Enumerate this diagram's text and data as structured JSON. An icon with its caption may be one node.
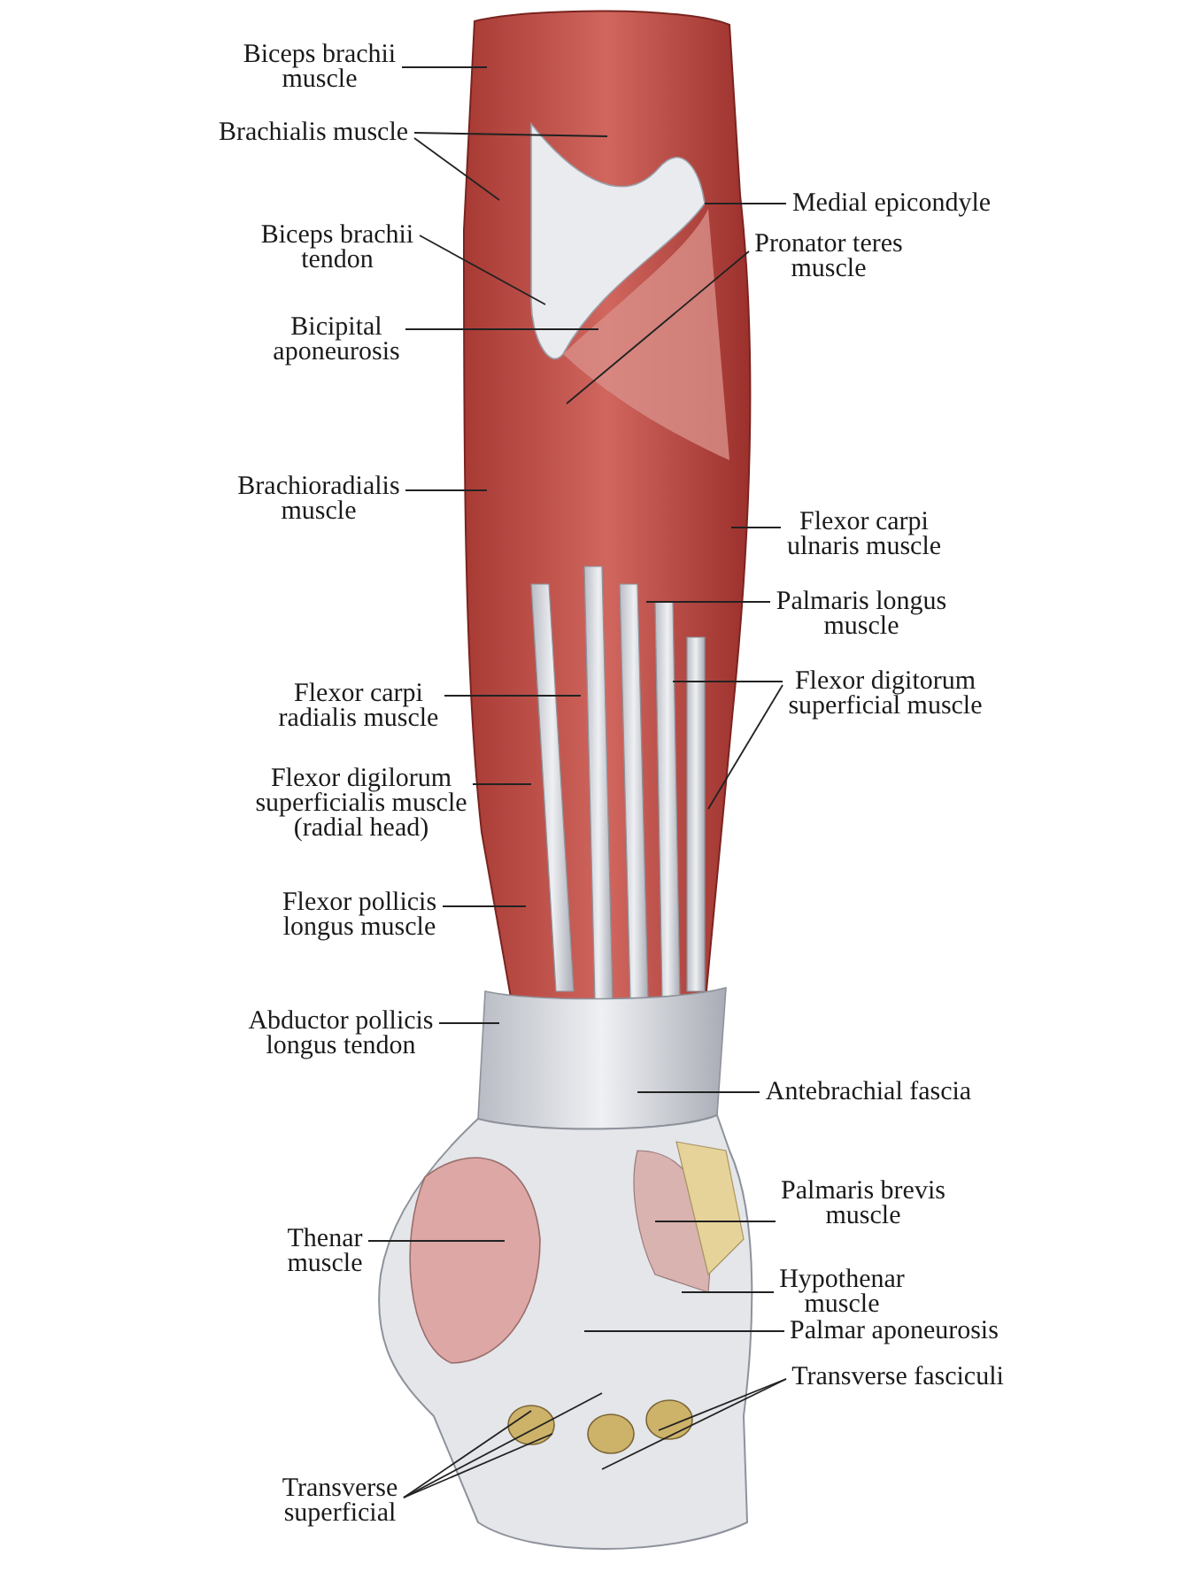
{
  "diagram": {
    "nodes": [
      {
        "text": [
          "Biceps brachii muscle"
        ]
      },
      {
        "text": [
          "Brachialis muscle"
        ]
      },
      {
        "text": [
          "Medial epicondyle"
        ]
      },
      {
        "text": [
          "Pronator teres muscle"
        ]
      },
      {
        "text": [
          "Biceps brachii tendon"
        ]
      },
      {
        "text": [
          "Bicipital aponeurosis"
        ]
      },
      {
        "text": [
          "Brachioradialis muscle"
        ]
      },
      {
        "text": [
          "Flexor carpi ulnaris muscle"
        ]
      },
      {
        "text": [
          "Palmaris longus muscle"
        ]
      },
      {
        "text": [
          "Flexor digitorum superficial muscle"
        ]
      },
      {
        "text": [
          "Flexor carpi radialis muscle"
        ]
      },
      {
        "text": [
          "Flexor digilorum superficialis muscle (radial head)"
        ]
      },
      {
        "text": [
          "Flexor pollicis longus muscle"
        ]
      },
      {
        "text": [
          "Abductor pollicis longus tendon"
        ]
      },
      {
        "text": [
          "Antebrachial fascia"
        ]
      },
      {
        "text": [
          "Thenar muscle"
        ]
      },
      {
        "text": [
          "Palmaris brevis muscle"
        ]
      },
      {
        "text": [
          "Hypothenar muscle"
        ]
      },
      {
        "text": [
          "Palmar aponeurosis"
        ]
      },
      {
        "text": [
          "Transverse fasciculi"
        ]
      },
      {
        "text": [
          "Transverse superficial"
        ]
      }
    ],
    "edges": [
      {
        "from": 0,
        "to": null,
        "arrow": "none"
      },
      {
        "from": 1,
        "to": null,
        "arrow": "none"
      },
      {
        "from": 1,
        "to": null,
        "arrow": "none"
      },
      {
        "from": 2,
        "to": null,
        "arrow": "none"
      },
      {
        "from": 3,
        "to": null,
        "arrow": "none"
      },
      {
        "from": 4,
        "to": null,
        "arrow": "none"
      },
      {
        "from": 5,
        "to": null,
        "arrow": "none"
      },
      {
        "from": 6,
        "to": null,
        "arrow": "none"
      },
      {
        "from": 7,
        "to": null,
        "arrow": "none"
      },
      {
        "from": 8,
        "to": null,
        "arrow": "none"
      },
      {
        "from": 9,
        "to": null,
        "arrow": "none"
      },
      {
        "from": 9,
        "to": null,
        "arrow": "none"
      },
      {
        "from": 10,
        "to": null,
        "arrow": "none"
      },
      {
        "from": 11,
        "to": null,
        "arrow": "none"
      },
      {
        "from": 12,
        "to": null,
        "arrow": "none"
      },
      {
        "from": 13,
        "to": null,
        "arrow": "none"
      },
      {
        "from": 14,
        "to": null,
        "arrow": "none"
      },
      {
        "from": 15,
        "to": null,
        "arrow": "none"
      },
      {
        "from": 16,
        "to": null,
        "arrow": "none"
      },
      {
        "from": 17,
        "to": null,
        "arrow": "none"
      },
      {
        "from": 18,
        "to": null,
        "arrow": "none"
      },
      {
        "from": 19,
        "to": null,
        "arrow": "none"
      },
      {
        "from": 19,
        "to": null,
        "arrow": "none"
      },
      {
        "from": 20,
        "to": null,
        "arrow": "none"
      },
      {
        "from": 20,
        "to": null,
        "arrow": "none"
      },
      {
        "from": 20,
        "to": null,
        "arrow": "none"
      }
    ]
  }
}
